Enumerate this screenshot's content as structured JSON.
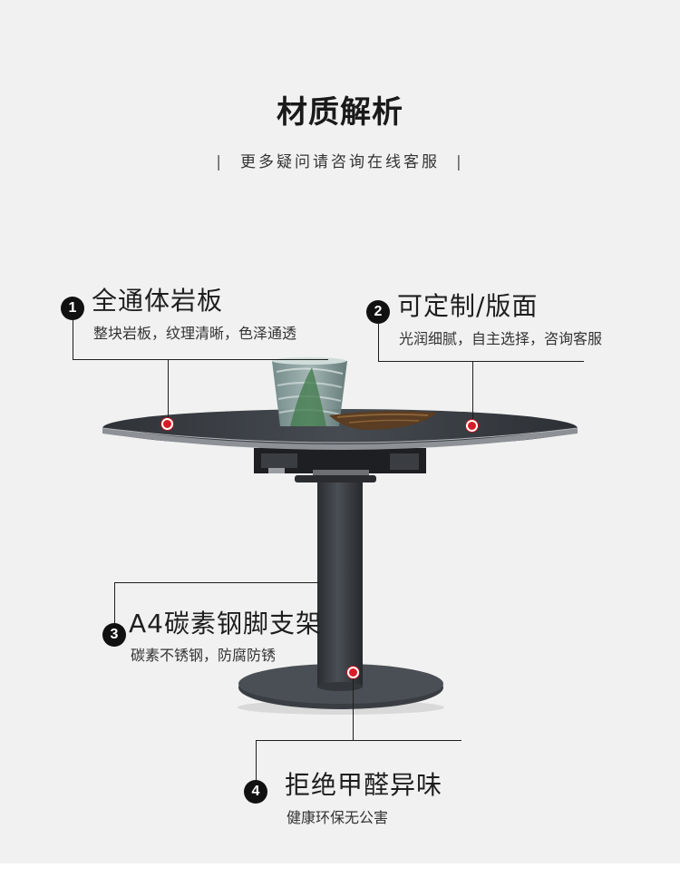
{
  "header": {
    "title": "材质解析",
    "subtitle": "更多疑问请咨询在线客服",
    "divider": "|"
  },
  "features": [
    {
      "number": "1",
      "heading": "全通体岩板",
      "description": "整块岩板，纹理清晰，色泽通透"
    },
    {
      "number": "2",
      "heading": "可定制/版面",
      "description": "光润细腻，自主选择，咨询客服"
    },
    {
      "number": "3",
      "heading": "A4碳素钢脚支架",
      "description": "碳素不锈钢，防腐防锈"
    },
    {
      "number": "4",
      "heading": "拒绝甲醛异味",
      "description": "健康环保无公害"
    }
  ],
  "colors": {
    "background": "#f1f1f1",
    "marker": "#d61c24",
    "badge": "#111111",
    "table_top": "#3b3f44"
  }
}
